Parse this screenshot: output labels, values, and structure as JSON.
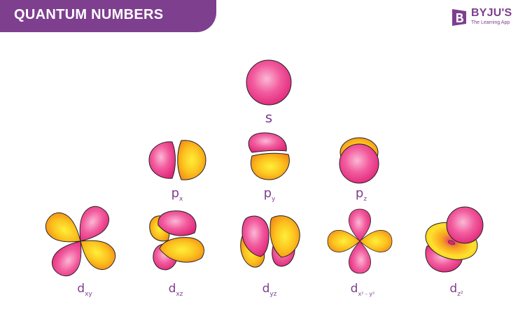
{
  "header": {
    "title": "QUANTUM NUMBERS"
  },
  "logo": {
    "name": "BYJU'S",
    "tagline": "The Learning App"
  },
  "orbitals": {
    "s": {
      "main": "s",
      "sub": ""
    },
    "px": {
      "main": "p",
      "sub": "x"
    },
    "py": {
      "main": "p",
      "sub": "y"
    },
    "pz": {
      "main": "p",
      "sub": "z"
    },
    "dxy": {
      "main": "d",
      "sub": "xy"
    },
    "dxz": {
      "main": "d",
      "sub": "xz"
    },
    "dyz": {
      "main": "d",
      "sub": "yz"
    },
    "dx2y2": {
      "main": "d",
      "sub": "x² - y²"
    },
    "dz2": {
      "main": "d",
      "sub": "z²"
    }
  },
  "colors": {
    "brand": "#7e3f8f",
    "lobe_pink": "#e6327f",
    "lobe_orange": "#f7a21a"
  }
}
